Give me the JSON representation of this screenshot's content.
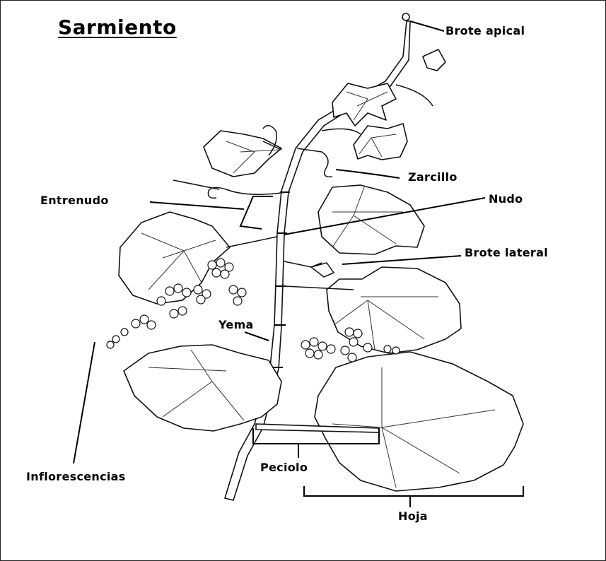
{
  "title": "Sarmiento",
  "labels": {
    "brote_apical": "Brote apical",
    "zarcillo": "Zarcillo",
    "entrenudo": "Entrenudo",
    "nudo": "Nudo",
    "brote_lateral": "Brote lateral",
    "yema": "Yema",
    "inflorescencias": "Inflorescencias",
    "peciolo": "Peciolo",
    "hoja": "Hoja"
  }
}
